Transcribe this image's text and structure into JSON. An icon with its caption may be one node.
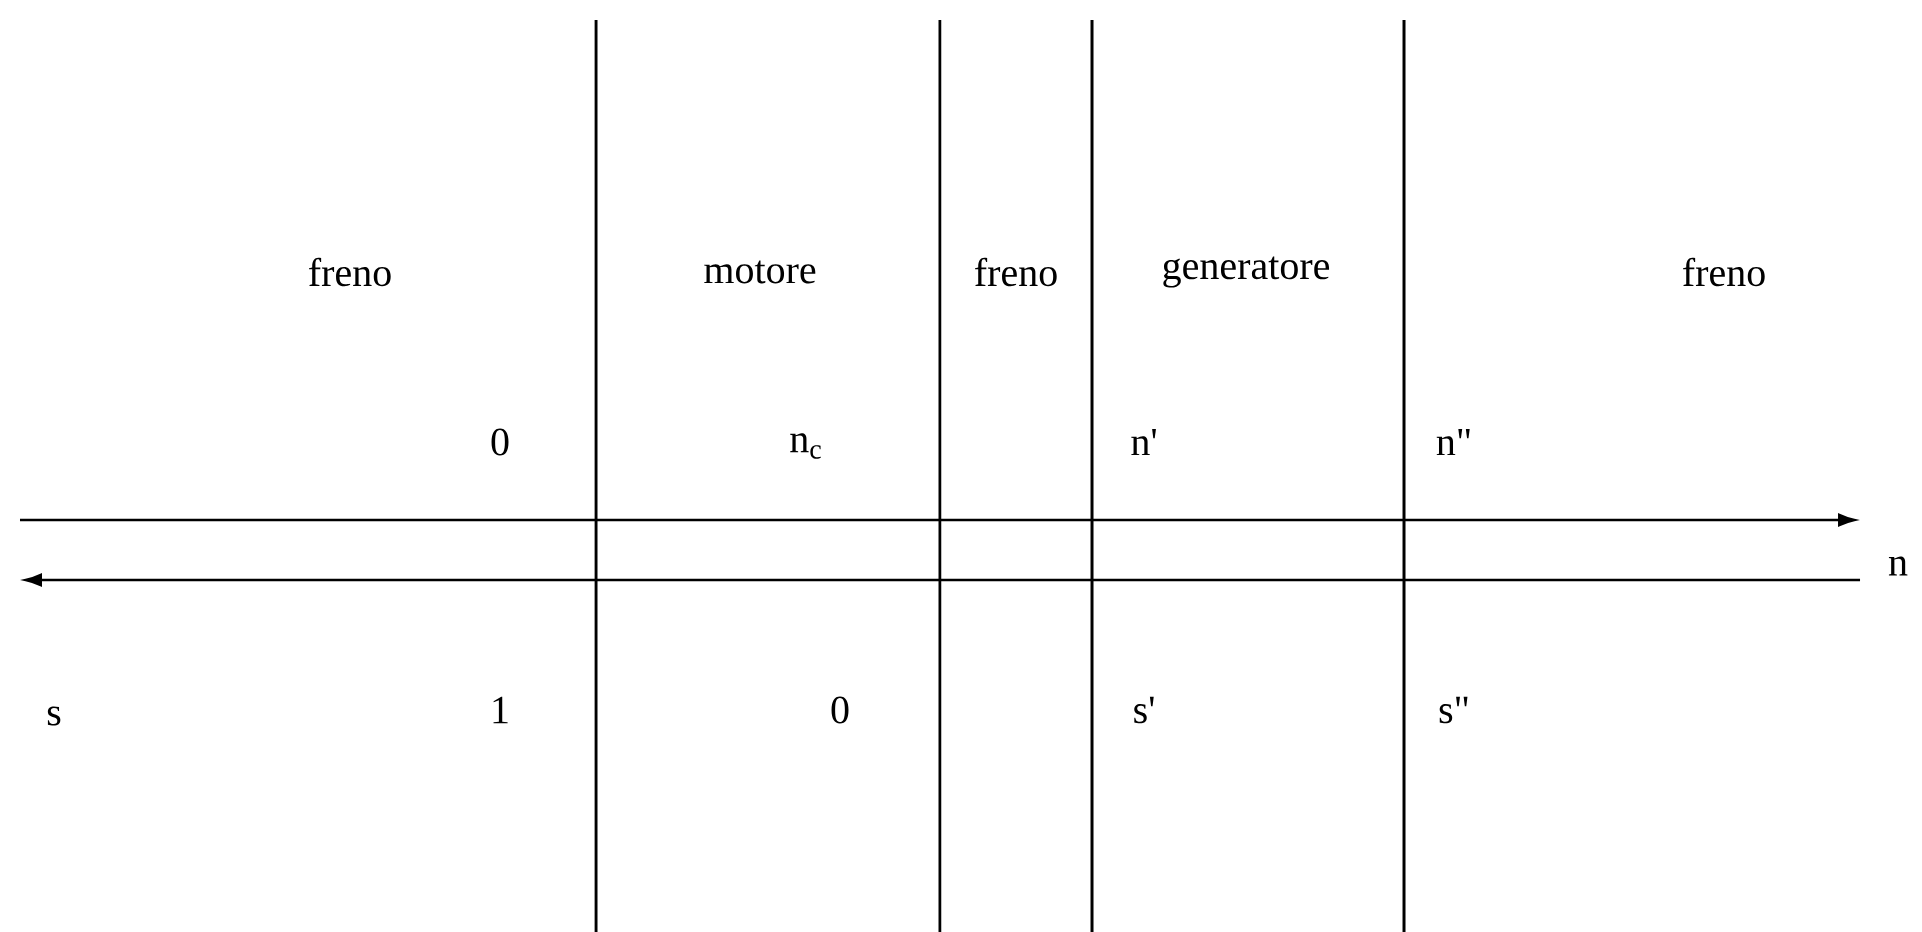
{
  "diagram": {
    "labels": [
      "freno",
      "motore",
      "freno",
      "generatore",
      "freno",
      "0",
      "n$_{c}$",
      "n'",
      "n\"",
      "n",
      "s",
      "1",
      "0",
      "s'",
      "s\""
    ]
  }
}
